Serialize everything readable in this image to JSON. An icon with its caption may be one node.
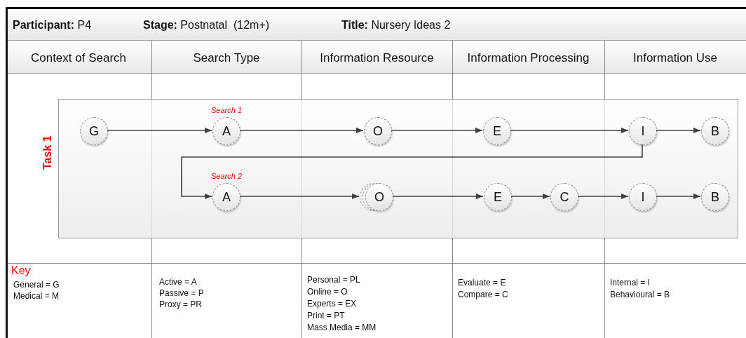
{
  "diagram": {
    "nodes": [
      {
        "text": [
          "Task 1"
        ]
      },
      {
        "text": [
          "G"
        ],
        "in": 0
      },
      {
        "text": [
          "A"
        ],
        "in": 0,
        "beside": [
          "Search 1"
        ]
      },
      {
        "text": [
          "O"
        ],
        "in": 0
      },
      {
        "text": [
          "E"
        ],
        "in": 0
      },
      {
        "text": [
          "I"
        ],
        "in": 0
      },
      {
        "text": [
          "B"
        ],
        "in": 0
      },
      {
        "text": [
          "A"
        ],
        "in": 0,
        "beside": [
          "Search 2"
        ]
      },
      {
        "text": [
          "O"
        ],
        "in": 0
      },
      {
        "text": [
          "E"
        ],
        "in": 0
      },
      {
        "text": [
          "C"
        ],
        "in": 0
      },
      {
        "text": [
          "I"
        ],
        "in": 0
      },
      {
        "text": [
          "B"
        ],
        "in": 0
      }
    ],
    "edges": [
      {
        "from": 1,
        "to": 2,
        "arrow": "to"
      },
      {
        "from": 2,
        "to": 3,
        "arrow": "to"
      },
      {
        "from": 3,
        "to": 4,
        "arrow": "to"
      },
      {
        "from": 4,
        "to": 5,
        "arrow": "to"
      },
      {
        "from": 5,
        "to": 6,
        "arrow": "to"
      },
      {
        "from": 5,
        "to": 7,
        "arrow": "to"
      },
      {
        "from": 7,
        "to": 8,
        "arrow": "to"
      },
      {
        "from": 8,
        "to": 9,
        "arrow": "to"
      },
      {
        "from": 9,
        "to": 10,
        "arrow": "to"
      },
      {
        "from": 10,
        "to": 11,
        "arrow": "to"
      },
      {
        "from": 11,
        "to": 12,
        "arrow": "to"
      }
    ],
    "labels": [
      "**Participant:** P4",
      "**Stage:** Postnatal  (12m+)",
      "**Title:** Nursery Ideas 2",
      "Context of Search",
      "Search Type",
      "Information Resource",
      "Information Processing",
      "Information Use",
      "Key",
      "General = G",
      "Medical = M",
      "Active = A",
      "Passive = P",
      "Proxy = PR",
      "Personal = PL",
      "Online = O",
      "Experts = EX",
      "Print = PT",
      "Mass Media = MM",
      "Evaluate = E",
      "Compare = C",
      "Internal = I",
      "Behavioural = B"
    ]
  }
}
